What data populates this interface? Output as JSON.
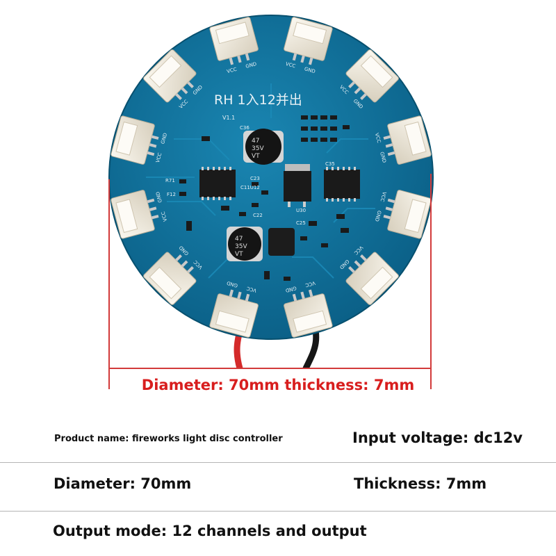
{
  "board": {
    "title": "RH 1入12并出",
    "version": "V1.1",
    "pin_vcc": "VCC",
    "pin_gnd": "GND",
    "labels": {
      "c36": "C36",
      "c35": "C35",
      "r71": "R71",
      "f12": "F12",
      "c23": "C23",
      "c11u12": "C11U12",
      "c22": "C22",
      "c25": "C25",
      "u30": "U30",
      "cap_top_1": "47",
      "cap_top_2": "35V",
      "cap_top_3": "VT",
      "cap_bot_1": "47",
      "cap_bot_2": "35V",
      "cap_bot_3": "VT"
    },
    "colors": {
      "pcb": "#0e6d97",
      "connector": "#ece5d6",
      "wire_red": "#d42a2a",
      "wire_black": "#161616"
    }
  },
  "dimension_caption": "Diameter: 70mm thickness: 7mm",
  "specs": {
    "product_name": "Product name: fireworks light disc controller",
    "input_voltage": "Input voltage: dc12v",
    "diameter": "Diameter: 70mm",
    "thickness": "Thickness: 7mm",
    "output_mode": "Output mode: 12 channels and output"
  },
  "colors": {
    "caption": "#d81e1e",
    "dimension_line": "#d23a3a",
    "separator": "#b5b5b5"
  }
}
